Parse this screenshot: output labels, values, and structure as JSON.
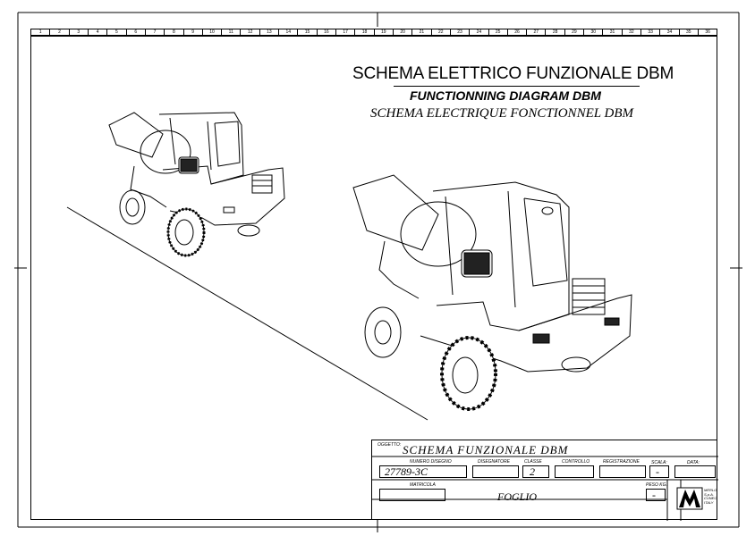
{
  "ruler": [
    "1",
    "2",
    "3",
    "4",
    "5",
    "6",
    "7",
    "8",
    "9",
    "10",
    "11",
    "12",
    "13",
    "14",
    "15",
    "16",
    "17",
    "18",
    "19",
    "20",
    "21",
    "22",
    "23",
    "24",
    "25",
    "26",
    "27",
    "28",
    "29",
    "30",
    "31",
    "32",
    "33",
    "34",
    "35",
    "36"
  ],
  "titles": {
    "line1": "SCHEMA ELETTRICO FUNZIONALE DBM",
    "line2": "FUNCTIONNING DIAGRAM DBM",
    "line3": "SCHEMA ELECTRIQUE FONCTIONNEL DBM"
  },
  "title_block": {
    "oggetto_label": "OGGETTO:",
    "oggetto_value": "SCHEMA FUNZIONALE DBM",
    "numero_label": "NUMERO DISEGNO",
    "numero_value": "27789-3C",
    "disegnatore_label": "DISEGNATORE",
    "classe_label": "CLASSE",
    "classe_value": "2",
    "controllo_label": "CONTROLLO",
    "registrazione_label": "REGISTRAZIONE",
    "scala_label": "SCALA:",
    "scala_value": "-",
    "data_label": "DATA:",
    "matricola_label": "MATRICOLA",
    "foglio_label": "FOGLIO",
    "peso_label": "PESO KG.",
    "peso_value": "-",
    "logo_text": "MERLO S.p.A. CUNEO ITALY"
  }
}
